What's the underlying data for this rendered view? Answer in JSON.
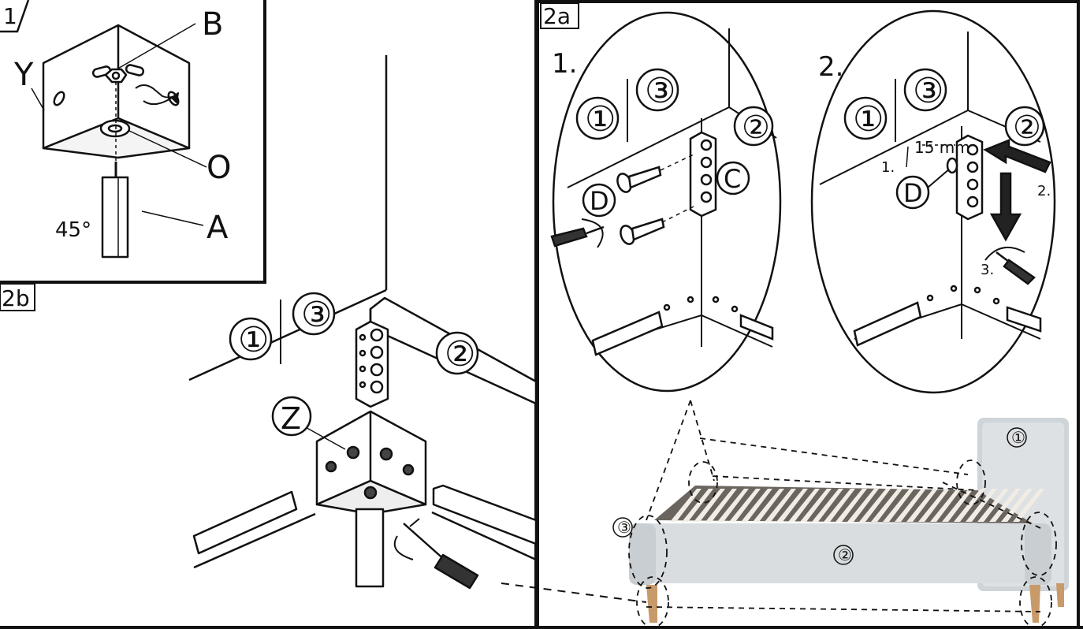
{
  "panels": {
    "p1": {
      "tag": "1",
      "labels": {
        "B": "B",
        "Y": "Y",
        "O": "O",
        "A": "A",
        "angle": "45°"
      }
    },
    "p2b": {
      "tag": "2b",
      "labels": {
        "one": "①",
        "three": "③",
        "two": "②",
        "Z": "Z"
      }
    },
    "p2a": {
      "tag": "2a",
      "step1": {
        "number": "1.",
        "labels": {
          "one": "①",
          "three": "③",
          "two": "②",
          "C": "C",
          "D": "D"
        }
      },
      "step2": {
        "number": "2.",
        "labels": {
          "one": "①",
          "three": "③",
          "two": "②",
          "D": "D",
          "gap": "15 mm",
          "sub1": "1.",
          "sub2": "2.",
          "sub3": "3."
        }
      },
      "bed": {
        "labels": {
          "one": "①",
          "two": "②",
          "three": "③"
        }
      }
    }
  },
  "colors": {
    "line": "#111111",
    "fabric": "#d9dde0",
    "fabric_dark": "#b7bdc2",
    "slat": "#f2ede4",
    "leg": "#c89a6a",
    "headboard": "#cfd4d8"
  }
}
